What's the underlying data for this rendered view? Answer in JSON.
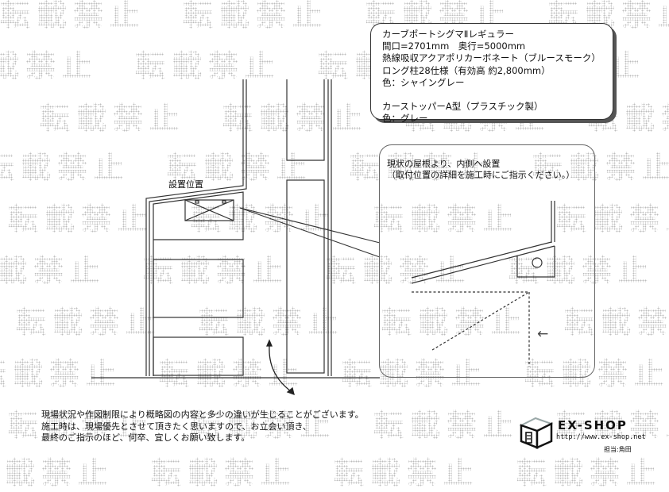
{
  "watermark": {
    "text": "転載禁止",
    "color": "#bdbdbd",
    "positions": [
      [
        0,
        -12
      ],
      [
        230,
        -12
      ],
      [
        460,
        -12
      ],
      [
        690,
        -12
      ],
      [
        -60,
        52
      ],
      [
        170,
        52
      ],
      [
        400,
        52
      ],
      [
        630,
        52
      ],
      [
        50,
        118
      ],
      [
        280,
        118
      ],
      [
        510,
        118
      ],
      [
        740,
        118
      ],
      [
        -20,
        180
      ],
      [
        210,
        180
      ],
      [
        440,
        180
      ],
      [
        670,
        180
      ],
      [
        10,
        245
      ],
      [
        240,
        245
      ],
      [
        470,
        245
      ],
      [
        700,
        245
      ],
      [
        -50,
        310
      ],
      [
        180,
        310
      ],
      [
        410,
        310
      ],
      [
        640,
        310
      ],
      [
        20,
        375
      ],
      [
        250,
        375
      ],
      [
        480,
        375
      ],
      [
        710,
        375
      ],
      [
        -30,
        440
      ],
      [
        200,
        440
      ],
      [
        430,
        440
      ],
      [
        660,
        440
      ],
      [
        10,
        505
      ],
      [
        240,
        505
      ],
      [
        470,
        505
      ],
      [
        700,
        505
      ],
      [
        -40,
        565
      ],
      [
        190,
        565
      ],
      [
        420,
        565
      ],
      [
        650,
        565
      ]
    ]
  },
  "spec": {
    "lines": [
      "カーブポートシグマⅡレギュラー",
      "間口=2701mm　奥行=5000mm",
      "熱線吸収アクアポリカーボネート（ブルースモーク）",
      "ロング柱28仕様（有効高 約2,800mm）",
      "色：シャイングレー"
    ],
    "lines2": [
      "カーストッパーA型（プラスチック製）",
      "色：グレー"
    ]
  },
  "plan": {
    "install_label": "設置位置"
  },
  "detail": {
    "line1": "現状の屋根より、内側へ設置",
    "line2": "（取付位置の詳細を施工時にご指示ください。）",
    "arrow": "←"
  },
  "notes": {
    "lines": [
      "現場状況や作図制限により概略図の内容と多少の違いが生じることがございます。",
      "施工時は、現場優先とさせて頂きたく思いますので、お立会い頂き、",
      "最終のご指示のほど、何卒、宜しくお願い致します。"
    ]
  },
  "logo": {
    "brand": "EX-SHOP",
    "url": "http://www.ex-shop.net",
    "representative": "担当:角田"
  }
}
